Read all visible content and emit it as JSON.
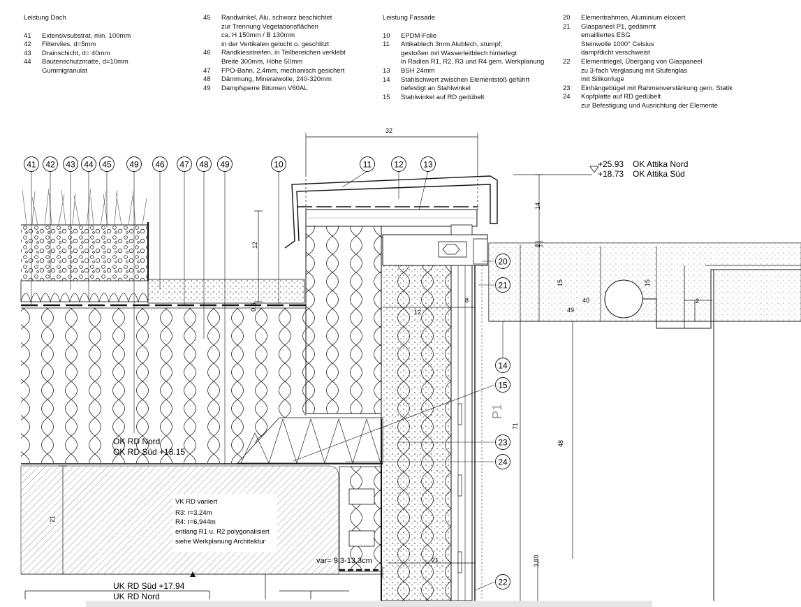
{
  "legend": {
    "col1": {
      "heading": "Leistung Dach",
      "items": [
        {
          "num": "41",
          "text": "Extensivsubstrat, min. 100mm"
        },
        {
          "num": "42",
          "text": "Filtervlies, d=5mm"
        },
        {
          "num": "43",
          "text": "Drainschicht, d= 40mm"
        },
        {
          "num": "44",
          "text": "Bautenschutzmatte, d=10mm",
          "cont": [
            "Gummigranulat"
          ]
        }
      ]
    },
    "col2": {
      "items": [
        {
          "num": "45",
          "text": "Randwinkel, Alu, schwarz beschichtet",
          "cont": [
            "zur Trennung Vegetationsflächen",
            "ca. H 150mm / B 130mm",
            "in der Vertikalen gelocht o. geschlitzt"
          ]
        },
        {
          "num": "46",
          "text": "Randkiesstreifen, in Teilbereichen verklebt",
          "cont": [
            "Breite 300mm, Höhe 50mm"
          ]
        },
        {
          "num": "47",
          "text": "FPO-Bahn, 2,4mm, mechanisch gesichert"
        },
        {
          "num": "48",
          "text": "Dämmung, Mineralwolle, 240-320mm"
        },
        {
          "num": "49",
          "text": "Dampfsperre Bitumen V60AL"
        }
      ]
    },
    "col3": {
      "heading": "Leistung Fassade",
      "items": [
        {
          "num": "10",
          "text": "EPDM-Folie"
        },
        {
          "num": "11",
          "text": "Attikablech 3mm Alublech, stumpf,",
          "cont": [
            "gestoßen mit Wasserleitblech hinterlegt",
            "in Radien R1, R2, R3 und R4 gem. Werkplanung"
          ]
        },
        {
          "num": "13",
          "text": "BSH 24mm"
        },
        {
          "num": "14",
          "text": "Stahlschwert zwischen Elementstoß geführt",
          "cont": [
            "befestigt an Stahlwinkel"
          ]
        },
        {
          "num": "15",
          "text": "Stahlwinkel auf RD gedübelt"
        }
      ]
    },
    "col4": {
      "items": [
        {
          "num": "20",
          "text": "Elementrahmen, Aluminium eloxiert"
        },
        {
          "num": "21",
          "text": "Glaspaneel P1, gedämmt",
          "cont": [
            "emailliertes ESG",
            "Steinwolle 1000° Celsius",
            "dampfdicht verschweist"
          ]
        },
        {
          "num": "22",
          "text": "Elementriegel, Übergang von Glaspaneel",
          "cont": [
            "zu 3-fach Verglasung mit Stufenglas",
            "mit Silikonfuge"
          ]
        },
        {
          "num": "23",
          "text": "Einhängebügel mit Rahmenverstärkung gem. Statik"
        },
        {
          "num": "24",
          "text": "Kopfplatte auf RD gedübelt",
          "cont": [
            "zur Befestigung und Ausrichtung der Elemente"
          ]
        }
      ]
    }
  },
  "bubbles": [
    "41",
    "42",
    "43",
    "44",
    "45",
    "49",
    "46",
    "47",
    "48",
    "49",
    "10",
    "11",
    "12",
    "13",
    "20",
    "21",
    "14",
    "15",
    "23",
    "24",
    "22"
  ],
  "levels": {
    "attika_nord_value": "+25.93",
    "attika_nord_label": "OK Attika Nord",
    "attika_sued_value": "+18.73",
    "attika_sued_label": "OK Attika Süd",
    "ok_rd_nord": "OK RD Nord",
    "ok_rd_sued": "OK RD Süd  +18.15",
    "uk_rd_sued": "UK RD Süd  +17.94",
    "uk_rd_nord": "UK RD Nord"
  },
  "dimensions": {
    "top_width": "32",
    "d14": "14",
    "d2a": "2",
    "d15a": "15",
    "d40": "40",
    "d15b": "15",
    "d2b": "2",
    "d49": "49",
    "d8": "8",
    "d12a": "12",
    "d12b": "12",
    "d05": "0.5",
    "d71": "71",
    "d48": "48",
    "d21v": "21",
    "d21h": "21",
    "d380": "3,80",
    "var": "var= 9,3-13,3cm"
  },
  "panel_label": "P1",
  "note": [
    "VK RD variiert",
    "R3: r=3,24m",
    "R4: r=6,944m",
    "entlang R1 u. R2 polygonalisiert",
    "siehe Werkplanung Architektur"
  ]
}
